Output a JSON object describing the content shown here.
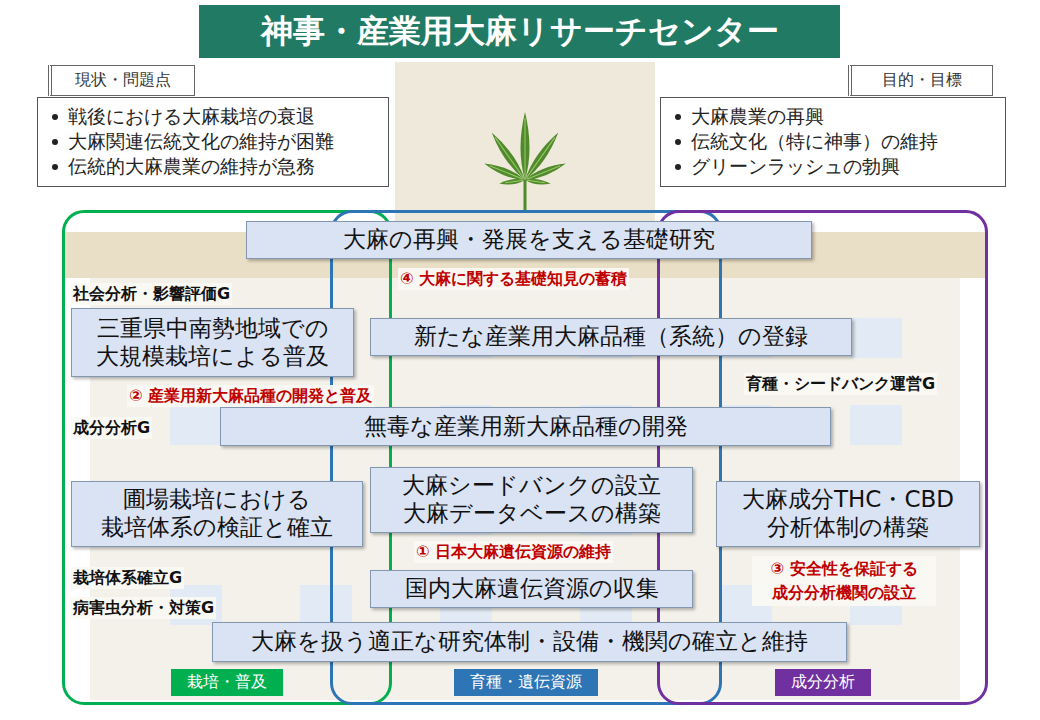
{
  "diagram": {
    "title": "神事・産業用大麻リサーチセンター",
    "nodes": [
      {
        "text": [
          "現状・問題点"
        ]
      },
      {
        "text": [
          "戦後における大麻栽培の衰退",
          "大麻関連伝統文化の維持が困難",
          "伝統的大麻農業の維持が急務"
        ]
      },
      {
        "text": [
          "目的・目標"
        ]
      },
      {
        "text": [
          "大麻農業の再興",
          "伝統文化（特に神事）の維持",
          "グリーンラッシュの勃興"
        ]
      },
      {
        "text": [
          "栽培・普及"
        ]
      },
      {
        "text": [
          "育種・遺伝資源"
        ]
      },
      {
        "text": [
          "成分分析"
        ]
      },
      {
        "text": [
          "大麻の再興・発展を支える基礎研究"
        ]
      },
      {
        "text": [
          "三重県中南勢地域での 大規模栽培による普及"
        ]
      },
      {
        "text": [
          "新たな産業用大麻品種（系統）の登録"
        ]
      },
      {
        "text": [
          "無毒な産業用新大麻品種の開発"
        ]
      },
      {
        "text": [
          "圃場栽培における 栽培体系の検証と確立"
        ]
      },
      {
        "text": [
          "大麻シードバンクの設立 大麻データベースの構築"
        ]
      },
      {
        "text": [
          "大麻成分THC・CBD 分析体制の構築"
        ]
      },
      {
        "text": [
          "国内大麻遺伝資源の収集"
        ]
      },
      {
        "text": [
          "大麻を扱う適正な研究体制・設備・機関の確立と維持"
        ]
      }
    ],
    "labels": [
      "社会分析・影響評価G",
      "④ 大麻に関する基礎知見の蓄積",
      "② 産業用新大麻品種の開発と普及",
      "育種・シードバンク運営G",
      "成分分析G",
      "① 日本大麻遺伝資源の維持",
      "栽培体系確立G",
      "③ 安全性を保証する 成分分析機関の設立",
      "病害虫分析・対策G"
    ]
  }
}
